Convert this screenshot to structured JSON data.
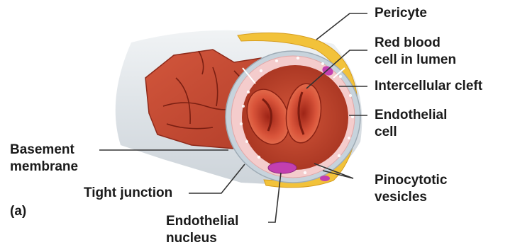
{
  "figure_tag": "(a)",
  "labels": {
    "pericyte": "Pericyte",
    "red_blood_cell_line1": "Red blood",
    "red_blood_cell_line2": "cell in lumen",
    "intercellular_cleft": "Intercellular cleft",
    "endothelial_cell_line1": "Endothelial",
    "endothelial_cell_line2": "cell",
    "basement_membrane_line1": "Basement",
    "basement_membrane_line2": "membrane",
    "tight_junction": "Tight junction",
    "endothelial_nucleus_line1": "Endothelial",
    "endothelial_nucleus_line2": "nucleus",
    "pinocytotic_line1": "Pinocytotic",
    "pinocytotic_line2": "vesicles"
  },
  "colors": {
    "lumen": "#c8452d",
    "vessel_wall_red": "#b9432e",
    "endothelium_pink": "#f4cccc",
    "basement_membrane": "#c7d3dc",
    "pericyte": "#f2c23a",
    "nucleus": "#c23fb0",
    "outer_tube": "#e3e8ec"
  }
}
